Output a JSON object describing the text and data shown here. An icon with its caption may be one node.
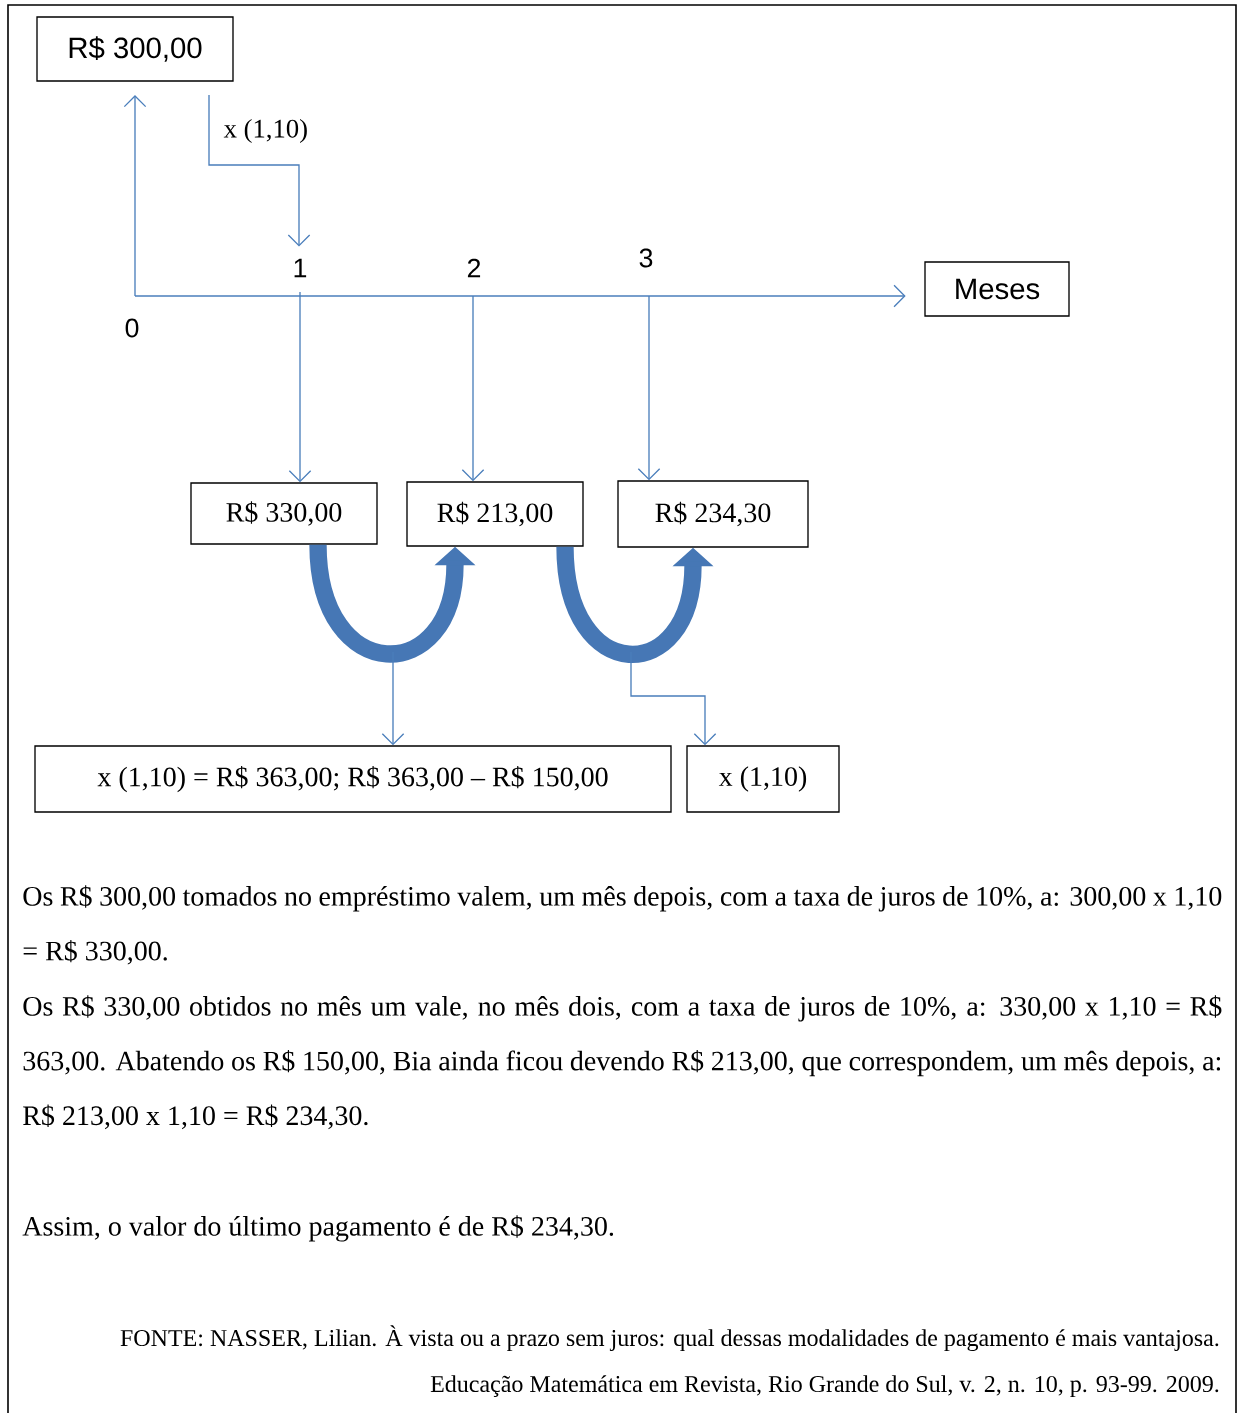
{
  "diagram": {
    "nodes": [
      {
        "text": [
          "R$ 300,00"
        ]
      },
      {
        "text": [
          "Meses"
        ]
      },
      {
        "text": [
          "R$ 330,00"
        ]
      },
      {
        "text": [
          "R$ 213,00"
        ]
      },
      {
        "text": [
          "R$ 234,30"
        ]
      },
      {
        "text": [
          "x (1,10) = R$ 363,00; R$ 363,00 – R$ 150,00"
        ]
      },
      {
        "text": [
          "x (1,10)"
        ]
      },
      {
        "text": [
          "1"
        ]
      }
    ],
    "edges": [
      {
        "from": null,
        "to": 0,
        "arrow": "to"
      },
      {
        "from": 0,
        "to": 7,
        "arrow": "to",
        "label": "x (1,10)"
      },
      {
        "from": null,
        "to": 1,
        "arrow": "to"
      },
      {
        "from": 7,
        "to": 2,
        "arrow": "to"
      },
      {
        "from": null,
        "to": 3,
        "arrow": "to"
      },
      {
        "from": null,
        "to": 4,
        "arrow": "to"
      },
      {
        "from": 2,
        "to": 3,
        "arrow": "to",
        "style": "thick",
        "color": "#4677b5"
      },
      {
        "from": 3,
        "to": 4,
        "arrow": "to",
        "style": "thick",
        "color": "#4677b5"
      },
      {
        "from": null,
        "to": 5,
        "arrow": "to"
      },
      {
        "from": null,
        "to": 6,
        "arrow": "to"
      }
    ],
    "labels": [
      "3",
      "2",
      "0",
      "Os R$ 300,00 tomados no empréstimo valem, um mês depois, com a taxa de juros de 10%, a: 300,00 x 1,10 = R$ 330,00.",
      "Os R$ 330,00 obtidos no mês um vale, no mês dois, com a taxa de juros de 10%, a: 330,00 x 1,10 = R$ 363,00. Abatendo os R$ 150,00, Bia ainda ficou devendo R$ 213,00, que correspondem, um mês depois, a: R$ 213,00 x 1,10 = R$ 234,30.",
      "Assim, o valor do último pagamento é de R$ 234,30."
    ],
    "caption": "FONTE: NASSER, Lilian. À vista ou a prazo sem juros: qual dessas modalidades de pagamento é mais vantajosa. Educação Matemática em Revista, Rio Grande do Sul, v. 2, n. 10, p. 93-99. 2009."
  }
}
